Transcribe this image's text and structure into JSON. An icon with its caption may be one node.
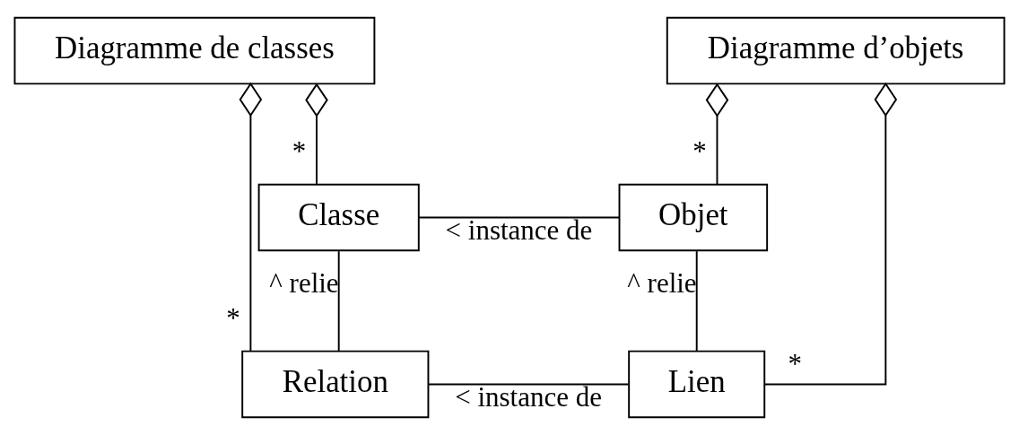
{
  "diagram": {
    "nodes": [
      {
        "text": [
          "Diagramme de classes"
        ]
      },
      {
        "text": [
          "Diagramme d’objets"
        ]
      },
      {
        "text": [
          "Classe"
        ]
      },
      {
        "text": [
          "Objet"
        ]
      },
      {
        "text": [
          "Relation"
        ]
      },
      {
        "text": [
          "Lien"
        ]
      }
    ],
    "edges": [
      {
        "from": 0,
        "to": 2,
        "arrow": "other",
        "label": "*"
      },
      {
        "from": 0,
        "to": 4,
        "arrow": "other",
        "label": "*"
      },
      {
        "from": 1,
        "to": 3,
        "arrow": "other",
        "label": "*"
      },
      {
        "from": 1,
        "to": 5,
        "arrow": "other",
        "label": "*"
      },
      {
        "from": 2,
        "to": 3,
        "arrow": "none",
        "label": "< instance de"
      },
      {
        "from": 2,
        "to": 4,
        "arrow": "none",
        "label": "^ relie"
      },
      {
        "from": 3,
        "to": 5,
        "arrow": "none",
        "label": "^ relie"
      },
      {
        "from": 4,
        "to": 5,
        "arrow": "none",
        "label": "< instance de"
      }
    ]
  }
}
